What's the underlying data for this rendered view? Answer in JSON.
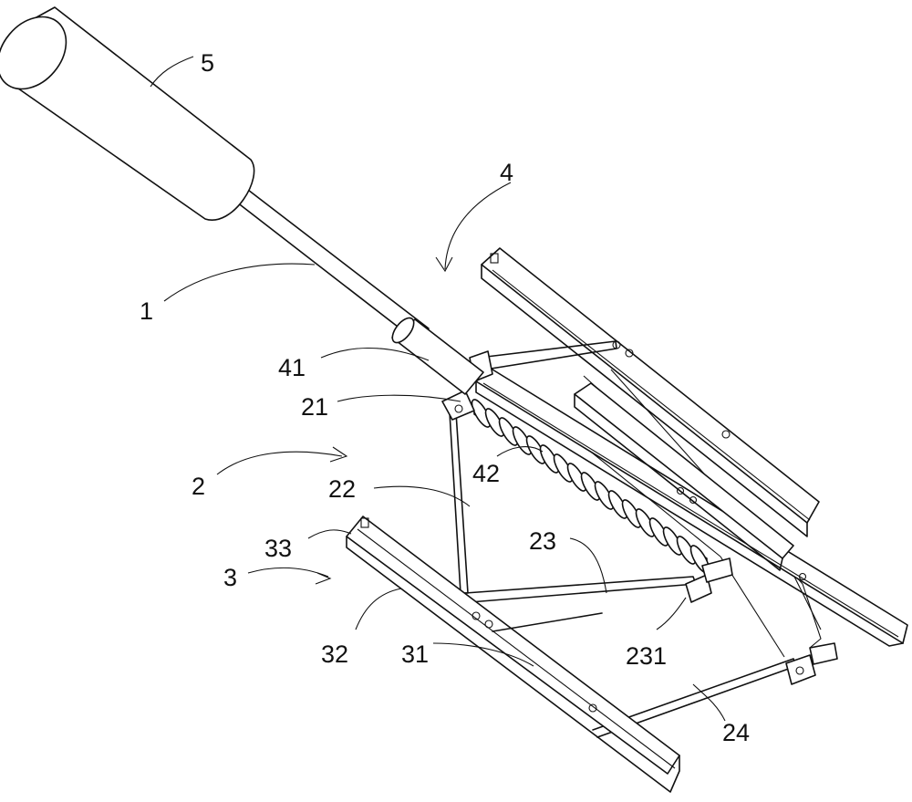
{
  "figure": {
    "labels": {
      "handle": "5",
      "adjust_assembly": "4",
      "rod": "1",
      "sleeve": "41",
      "hinge": "21",
      "frame": "2",
      "frame_upright": "22",
      "spring": "42",
      "end_cap": "33",
      "base": "3",
      "crossbar": "23",
      "base_bar": "32",
      "base_holes": "31",
      "clamp": "231",
      "lower_crossbar": "24"
    }
  }
}
